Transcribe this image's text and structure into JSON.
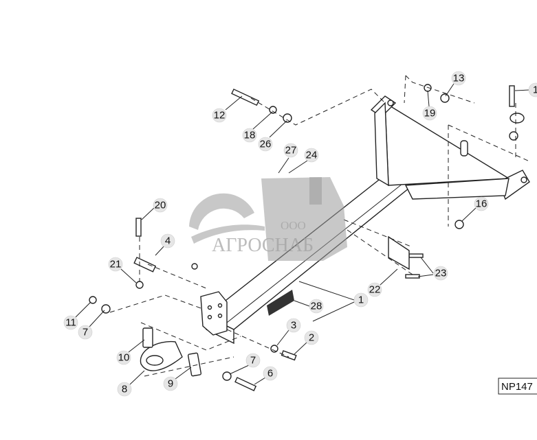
{
  "diagram": {
    "callouts": [
      "12",
      "18",
      "26",
      "27",
      "24",
      "13",
      "19",
      "1",
      "16",
      "20",
      "4",
      "21",
      "11",
      "7",
      "10",
      "8",
      "9",
      "3",
      "2",
      "7",
      "6",
      "1",
      "28",
      "22",
      "23"
    ],
    "reference_code": "NP147",
    "watermark": {
      "prefix": "ООО",
      "name": "АГРОСНАБ"
    }
  }
}
